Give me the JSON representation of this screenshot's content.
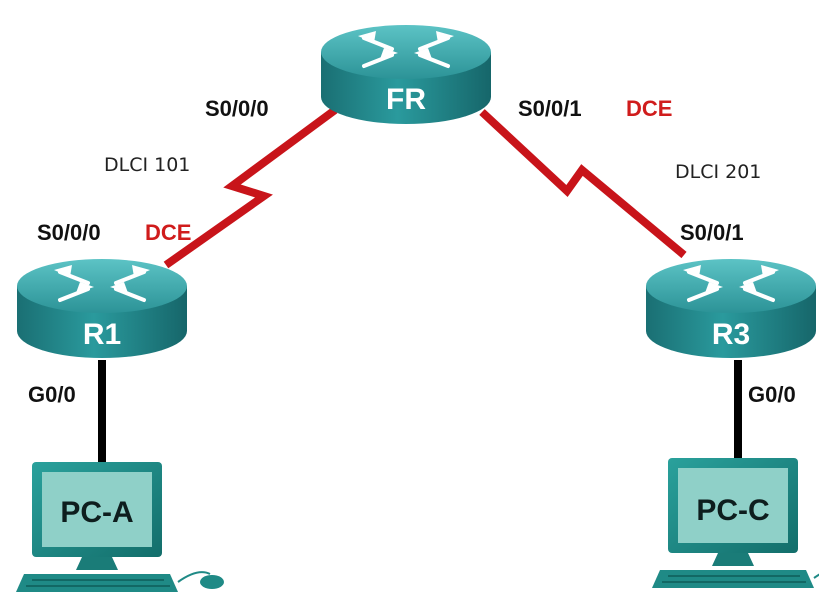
{
  "colors": {
    "serial_link": "#c8141a",
    "ethernet_link": "#000000",
    "router_top": "#3aa3a6",
    "router_side": "#1d7e82",
    "pc_body": "#1f8a86",
    "pc_screen": "#8fd0c8",
    "dce_text": "#d01c1c"
  },
  "routers": {
    "fr": {
      "name": "FR",
      "icon": "router-icon"
    },
    "r1": {
      "name": "R1",
      "icon": "router-icon"
    },
    "r3": {
      "name": "R3",
      "icon": "router-icon"
    }
  },
  "pcs": {
    "pca": {
      "name": "PC-A",
      "icon": "pc-icon"
    },
    "pcc": {
      "name": "PC-C",
      "icon": "pc-icon"
    }
  },
  "links": {
    "r1_fr": {
      "fr_interface": "S0/0/0",
      "r1_interface": "S0/0/0",
      "r1_dce": "DCE",
      "dlci": "DLCI 101"
    },
    "fr_r3": {
      "fr_interface": "S0/0/1",
      "fr_dce": "DCE",
      "r3_interface": "S0/0/1",
      "dlci": "DLCI 201"
    },
    "r1_pca": {
      "r1_interface": "G0/0"
    },
    "r3_pcc": {
      "r3_interface": "G0/0"
    }
  }
}
